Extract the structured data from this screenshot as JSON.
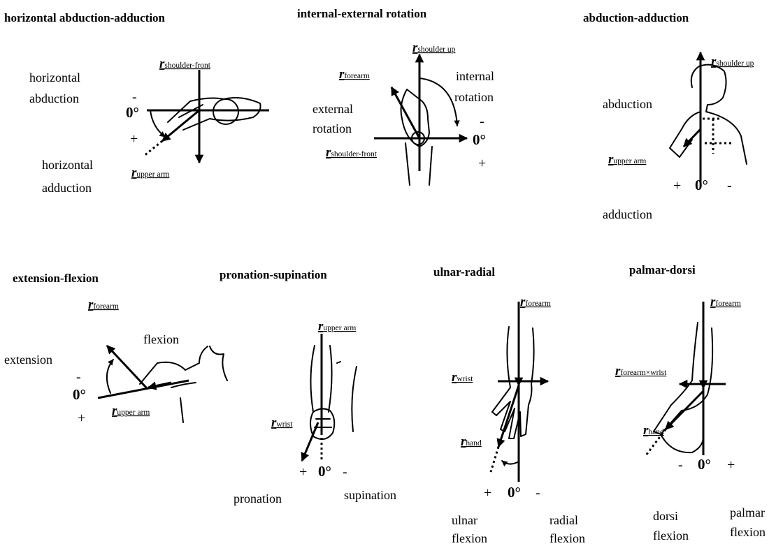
{
  "panels": [
    {
      "title": "horizontal abduction-adduction",
      "labels": {
        "top_a": "horizontal",
        "top_b": "abduction",
        "bot_a": "horizontal",
        "bot_b": "adduction"
      },
      "vec1": {
        "sym": "r",
        "sub": "shoulder-front"
      },
      "vec2": {
        "sym": "r",
        "sub": "upper arm"
      },
      "minus": "-",
      "zero": "0°",
      "plus": "+"
    },
    {
      "title": "internal-external rotation",
      "labels": {
        "int_a": "internal",
        "int_b": "rotation",
        "ext_a": "external",
        "ext_b": "rotation"
      },
      "vec1": {
        "sym": "r",
        "sub": "shoulder up"
      },
      "vec2": {
        "sym": "r",
        "sub": "forearm"
      },
      "vec3": {
        "sym": "r",
        "sub": "shoulder-front"
      },
      "minus": "-",
      "zero": "0°",
      "plus": "+"
    },
    {
      "title": "abduction-adduction",
      "labels": {
        "abd": "abduction",
        "add": "adduction"
      },
      "vec1": {
        "sym": "r",
        "sub": "shoulder up"
      },
      "vec2": {
        "sym": "r",
        "sub": "upper arm"
      },
      "minus": "-",
      "zero": "0°",
      "plus": "+"
    },
    {
      "title": "extension-flexion",
      "labels": {
        "ext": "extension",
        "flex": "flexion"
      },
      "vec1": {
        "sym": "r",
        "sub": "forearm"
      },
      "vec2": {
        "sym": "r",
        "sub": "upper arm"
      },
      "minus": "-",
      "zero": "0°",
      "plus": "+"
    },
    {
      "title": "pronation-supination",
      "labels": {
        "pro": "pronation",
        "sup": "supination"
      },
      "vec1": {
        "sym": "r",
        "sub": "upper arm"
      },
      "vec2": {
        "sym": "r",
        "sub": "wrist"
      },
      "minus": "-",
      "zero": "0°",
      "plus": "+"
    },
    {
      "title": "ulnar-radial",
      "labels": {
        "uln_a": "ulnar",
        "uln_b": "flexion",
        "rad_a": "radial",
        "rad_b": "flexion"
      },
      "vec1": {
        "sym": "r",
        "sub": "forearm"
      },
      "vec2": {
        "sym": "r",
        "sub": "wrist"
      },
      "vec3": {
        "sym": "r",
        "sub": "hand"
      },
      "minus": "-",
      "zero": "0°",
      "plus": "+"
    },
    {
      "title": "palmar-dorsi",
      "labels": {
        "dor_a": "dorsi",
        "dor_b": "flexion",
        "pal_a": "palmar",
        "pal_b": "flexion"
      },
      "vec1": {
        "sym": "r",
        "sub": "forearm"
      },
      "vec2": {
        "sym": "r",
        "sub": "forearm×wrist"
      },
      "vec3": {
        "sym": "r",
        "sub": "hand"
      },
      "minus": "-",
      "zero": "0°",
      "plus": "+"
    }
  ]
}
